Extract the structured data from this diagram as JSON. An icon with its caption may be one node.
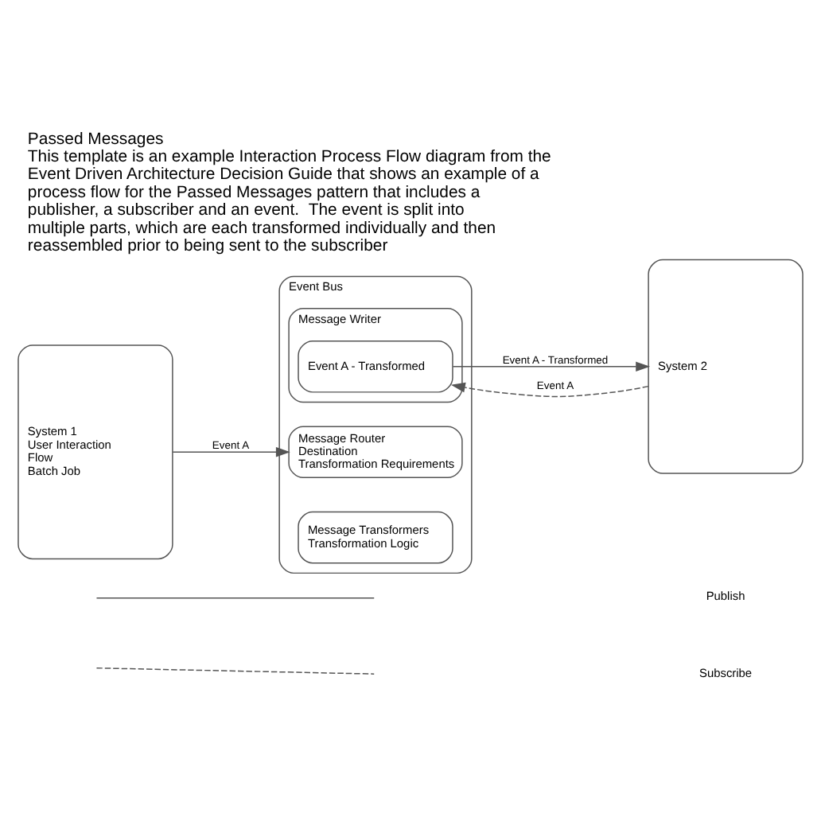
{
  "diagram": {
    "title": "Passed Messages",
    "caption": "This template is an example Interaction Process Flow diagram from the Event Driven Architecture Decision Guide that shows an example of a process flow for the Passed Messages pattern that includes a publisher, a subscriber and an event.  The event is split into multiple parts, which are each transformed individually and then reassembled prior to being sent to the subscriber",
    "nodes": [
      {
        "text": [
          "System 1",
          "User Interaction",
          "Flow",
          "Batch Job"
        ]
      },
      {
        "text": [
          "Event Bus"
        ]
      },
      {
        "text": [
          "Message Router",
          "Destination",
          "Transformation Requirements"
        ],
        "in": 1
      },
      {
        "text": [
          "Message Transformers",
          "Transformation Logic"
        ],
        "in": 1
      },
      {
        "text": [
          "Message Writer"
        ],
        "in": 1
      },
      {
        "text": [
          "Event A - Transformed"
        ],
        "in": 4
      },
      {
        "text": [
          "System 2"
        ]
      }
    ],
    "edges": [
      {
        "from": 0,
        "to": 2,
        "arrow": "to",
        "label": "Event A"
      },
      {
        "from": 6,
        "to": 5,
        "arrow": "to",
        "label": "Event A",
        "style": "dashed"
      },
      {
        "from": 5,
        "to": 6,
        "arrow": "to",
        "label": "Event A - Transformed"
      }
    ],
    "legend": [
      {
        "text": "Publish"
      },
      {
        "text": "Subscribe"
      }
    ]
  }
}
